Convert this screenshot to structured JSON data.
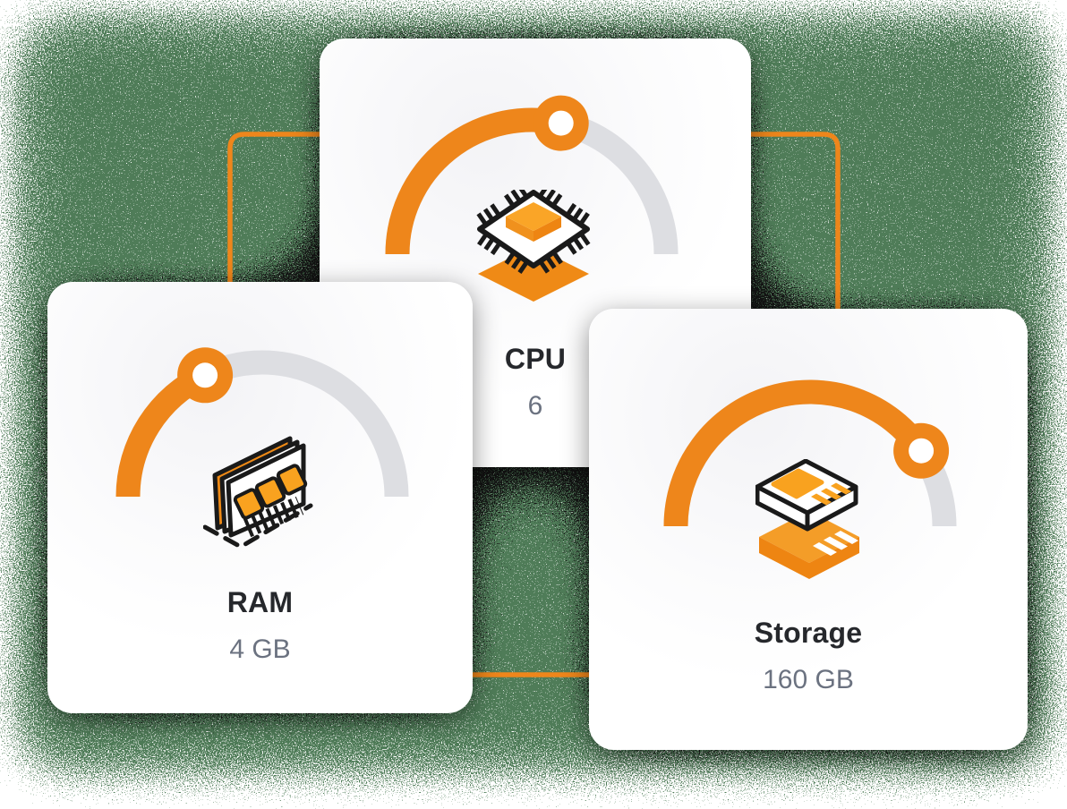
{
  "colors": {
    "accent_orange": "#EE861B",
    "icon_orange_dark": "#EF8A16",
    "icon_orange_mid": "#F49D28",
    "icon_orange_light": "#F9A21F",
    "track_gray": "#DDDEE2",
    "title_text": "#26282C",
    "value_text": "#6B7280",
    "card_background": "#FFFFFF",
    "icon_outline": "#1A1A1A",
    "shadow_noise_black": "#131313",
    "shadow_noise_green": "#507B58"
  },
  "cards": [
    {
      "id": "cpu",
      "title": "CPU",
      "value": "6",
      "gauge_percent": 57,
      "icon": "cpu-chip-icon"
    },
    {
      "id": "ram",
      "title": "RAM",
      "value": "4 GB",
      "gauge_percent": 36,
      "icon": "ram-module-icon"
    },
    {
      "id": "storage",
      "title": "Storage",
      "value": "160 GB",
      "gauge_percent": 81,
      "icon": "storage-chip-icon"
    }
  ]
}
